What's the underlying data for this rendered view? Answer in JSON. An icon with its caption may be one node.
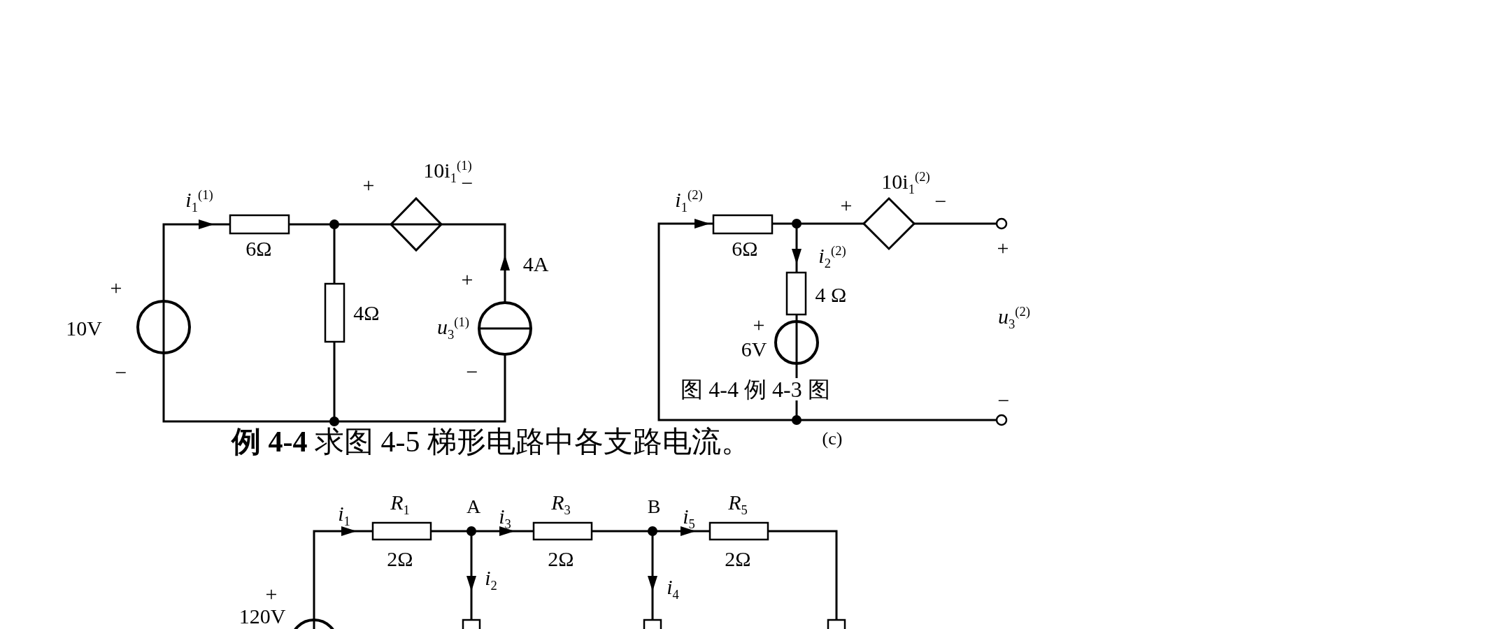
{
  "diagram": {
    "labels": [
      "+",
      "10V",
      "−",
      "*i*$_{1}$$^{(1)}$",
      "6Ω",
      "+",
      "10i$_{1}$$^{(1)}$",
      "−",
      "4Ω",
      "4A",
      "+",
      "*u*$_{3}$$^{(1)}$",
      "−",
      "*i*$_{1}$$^{(2)}$",
      "6Ω",
      "+",
      "10i$_{1}$$^{(2)}$",
      "−",
      "*i*$_{2}$$^{(2)}$",
      "4 Ω",
      "+",
      "6V",
      "+",
      "*u*$_{3}$$^{(2)}$",
      "−",
      "图 4-4  例 4-3 图",
      "(c)",
      "**例 4-4**  求图 4-5 梯形电路中各支路电流。",
      "*i*$_{1}$",
      "*R*$_{1}$",
      "2Ω",
      "A",
      "*i*$_{3}$",
      "*R*$_{3}$",
      "2Ω",
      "B",
      "*i*$_{5}$",
      "*R*$_{5}$",
      "2Ω",
      "*i*$_{2}$",
      "*i*$_{4}$",
      "+",
      "120V"
    ]
  }
}
